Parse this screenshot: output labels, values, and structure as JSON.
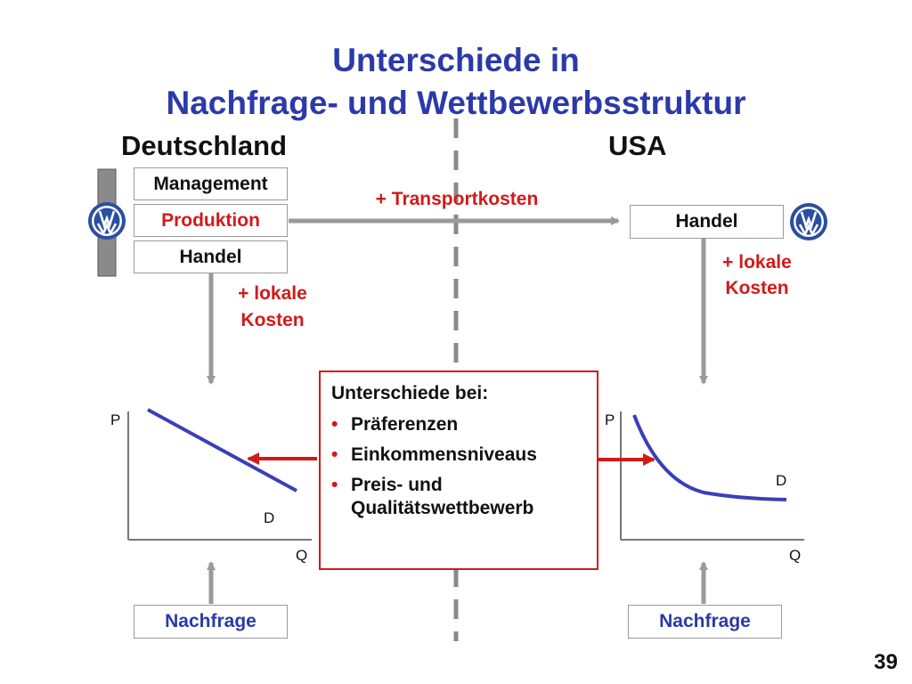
{
  "title": {
    "line1": "Unterschiede in",
    "line2": "Nachfrage- und Wettbewerbsstruktur"
  },
  "left": {
    "country": "Deutschland",
    "boxes": [
      "Management",
      "Produktion",
      "Handel"
    ],
    "cost_note_1": "+ lokale",
    "cost_note_2": "Kosten",
    "chart_p": "P",
    "chart_q": "Q",
    "chart_d": "D",
    "demand_label": "Nachfrage"
  },
  "right": {
    "country": "USA",
    "box": "Handel",
    "cost_note_1": "+ lokale",
    "cost_note_2": "Kosten",
    "chart_p": "P",
    "chart_q": "Q",
    "chart_d": "D",
    "demand_label": "Nachfrage"
  },
  "transport_label": "+ Transportkosten",
  "differences": {
    "heading": "Unterschiede bei:",
    "items": [
      "Präferenzen",
      "Einkommensniveaus",
      "Preis- und Qualitätswettbewerb"
    ]
  },
  "page_number": "39",
  "colors": {
    "title_blue": "#2b3aa8",
    "accent_red": "#d21a1a",
    "curve_blue": "#3a3fb8",
    "vw_blue": "#2a4fa0"
  },
  "icons": [
    "vw-logo-icon"
  ]
}
